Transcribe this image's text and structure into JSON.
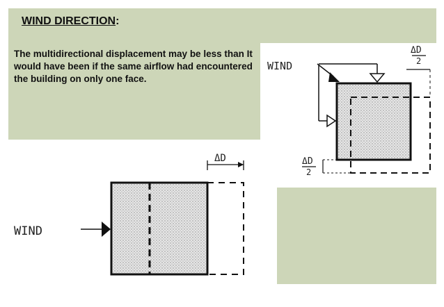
{
  "slide": {
    "title": "WIND DIRECTION",
    "title_suffix": ":",
    "body": "The multidirectional displacement may be less than It would have been if the same airflow had encountered the building on only one face.",
    "colors": {
      "panel": "#cdd6b8",
      "text": "#111111",
      "fill": "#d9d9d9"
    }
  },
  "diagram_top": {
    "wind_label": "WIND",
    "delta_label": "ΔD",
    "half_label": "2"
  },
  "diagram_bottom": {
    "wind_label": "WIND",
    "delta_label": "ΔD"
  }
}
